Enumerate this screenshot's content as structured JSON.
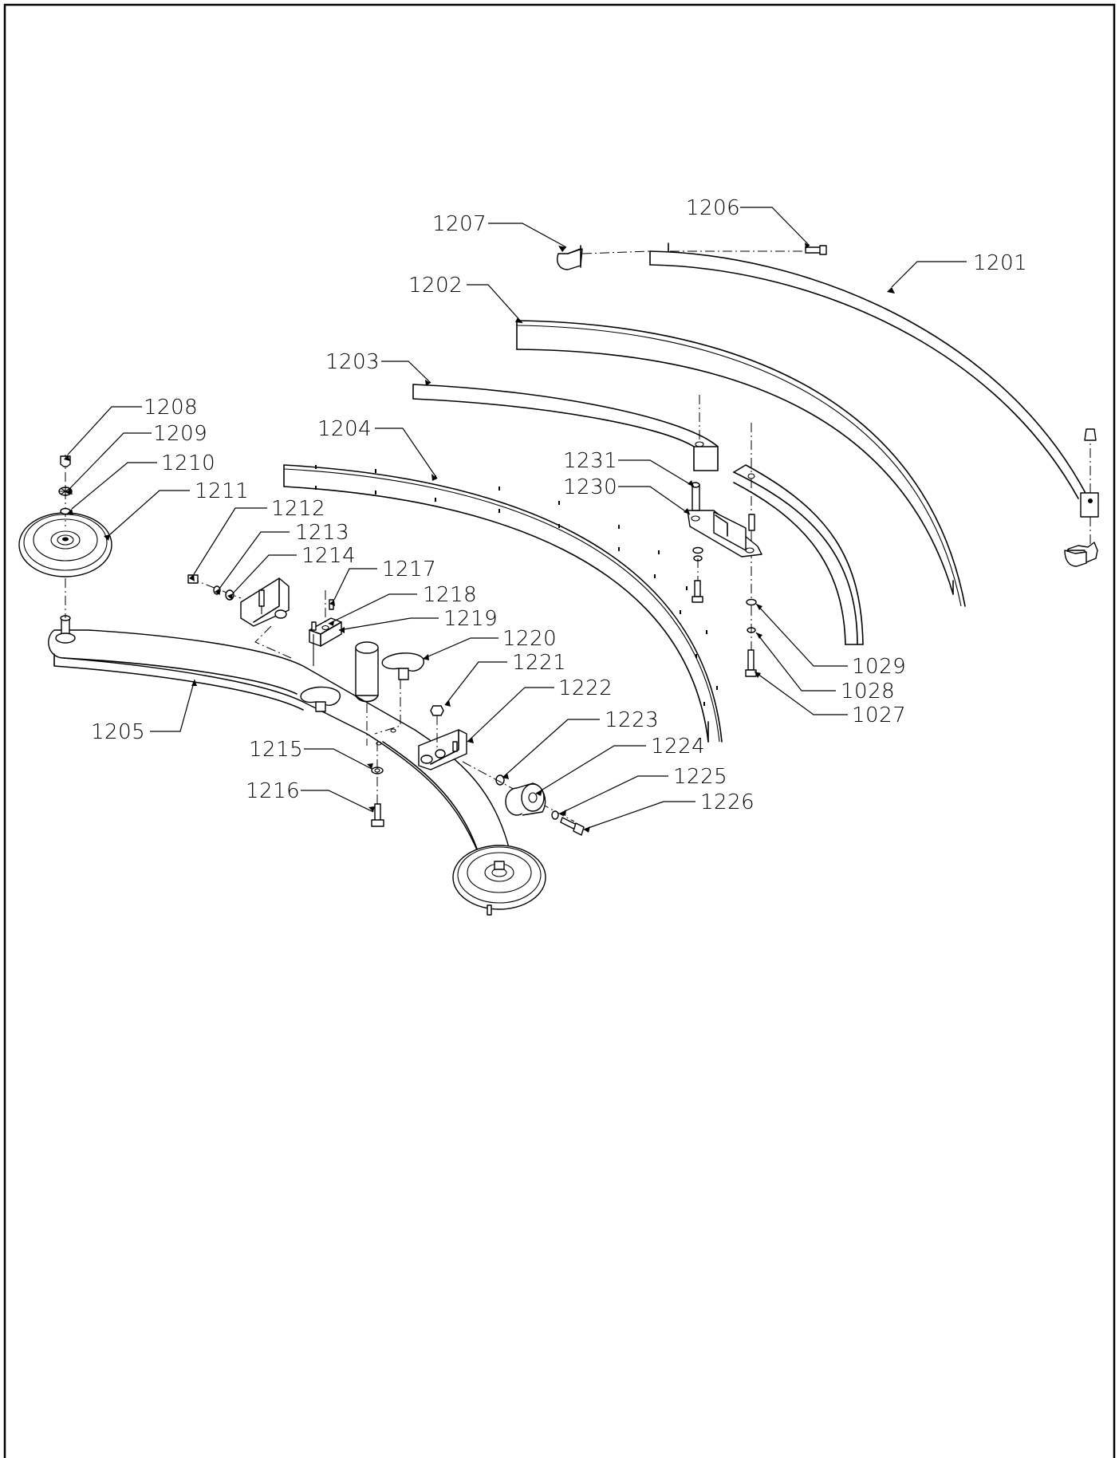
{
  "callouts": [
    {
      "id": "1201",
      "label": "1201"
    },
    {
      "id": "1202",
      "label": "1202"
    },
    {
      "id": "1203",
      "label": "1203"
    },
    {
      "id": "1204",
      "label": "1204"
    },
    {
      "id": "1205",
      "label": "1205"
    },
    {
      "id": "1206",
      "label": "1206"
    },
    {
      "id": "1207",
      "label": "1207"
    },
    {
      "id": "1208",
      "label": "1208"
    },
    {
      "id": "1209",
      "label": "1209"
    },
    {
      "id": "1210",
      "label": "1210"
    },
    {
      "id": "1211",
      "label": "1211"
    },
    {
      "id": "1212",
      "label": "1212"
    },
    {
      "id": "1213",
      "label": "1213"
    },
    {
      "id": "1214",
      "label": "1214"
    },
    {
      "id": "1215",
      "label": "1215"
    },
    {
      "id": "1216",
      "label": "1216"
    },
    {
      "id": "1217",
      "label": "1217"
    },
    {
      "id": "1218",
      "label": "1218"
    },
    {
      "id": "1219",
      "label": "1219"
    },
    {
      "id": "1220",
      "label": "1220"
    },
    {
      "id": "1221",
      "label": "1221"
    },
    {
      "id": "1222",
      "label": "1222"
    },
    {
      "id": "1223",
      "label": "1223"
    },
    {
      "id": "1224",
      "label": "1224"
    },
    {
      "id": "1225",
      "label": "1225"
    },
    {
      "id": "1226",
      "label": "1226"
    },
    {
      "id": "1230",
      "label": "1230"
    },
    {
      "id": "1231",
      "label": "1231"
    },
    {
      "id": "1027",
      "label": "1027"
    },
    {
      "id": "1028",
      "label": "1028"
    },
    {
      "id": "1029",
      "label": "1029"
    }
  ]
}
